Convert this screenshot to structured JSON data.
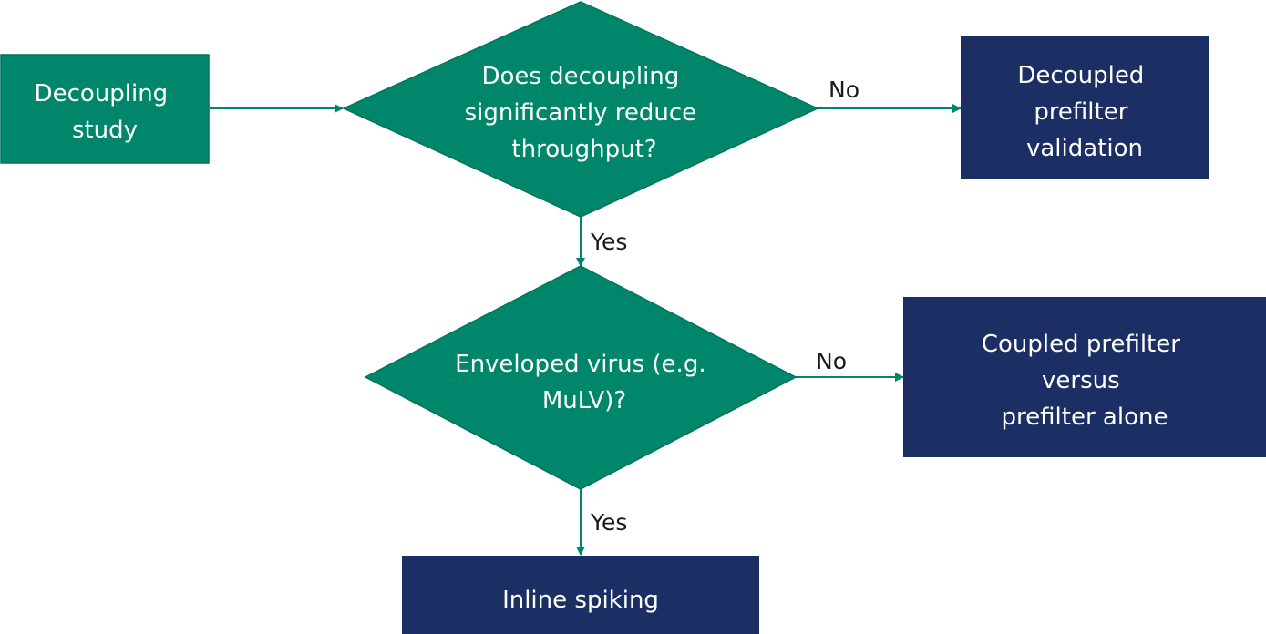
{
  "colors": {
    "process": "#00876b",
    "decision": "#00876b",
    "outcome": "#1b2f64",
    "arrow": "#00876b",
    "node_text": "#ffffff",
    "label_text": "#1a1a1a"
  },
  "nodes": {
    "start": {
      "lines": [
        "Decoupling",
        "study"
      ]
    },
    "decision1": {
      "lines": [
        "Does decoupling",
        "significantly  reduce",
        "throughput?"
      ]
    },
    "outcome1": {
      "lines": [
        "Decoupled",
        "prefilter",
        "validation"
      ]
    },
    "decision2": {
      "lines": [
        "Enveloped virus (e.g.",
        "MuLV)?"
      ]
    },
    "outcome2": {
      "lines": [
        "Coupled prefilter",
        "versus",
        "prefilter alone"
      ]
    },
    "outcome3": {
      "lines": [
        "Inline spiking"
      ]
    }
  },
  "edges": {
    "d1_no": "No",
    "d1_yes": "Yes",
    "d2_no": "No",
    "d2_yes": "Yes"
  }
}
